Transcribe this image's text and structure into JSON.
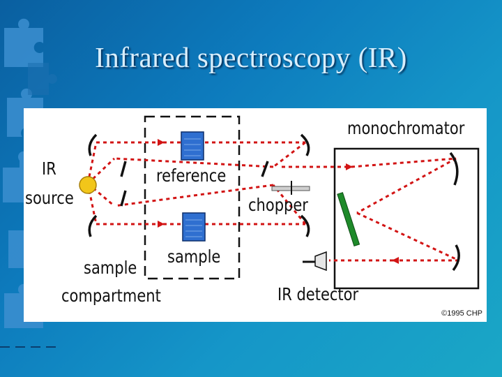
{
  "slide": {
    "title": "Infrared spectroscopy (IR)"
  },
  "diagram": {
    "labels": {
      "ir_source_line1": "IR",
      "ir_source_line2": "source",
      "reference": "reference",
      "sample": "sample",
      "sample_compartment_line1": "sample",
      "sample_compartment_line2": "compartment",
      "chopper": "chopper",
      "monochromator": "monochromator",
      "ir_detector": "IR detector"
    },
    "copyright": "©1995 CHP"
  },
  "colors": {
    "beam": "#d21414",
    "source": "#f2c61a",
    "cell": "#2f6fd0",
    "grating": "#1e8a2a",
    "mirror": "#111111"
  },
  "icons": [
    "ir-source-lamp-icon",
    "reference-cell-icon",
    "sample-cell-icon",
    "detector-icon",
    "grating-icon",
    "mirror-icon"
  ]
}
